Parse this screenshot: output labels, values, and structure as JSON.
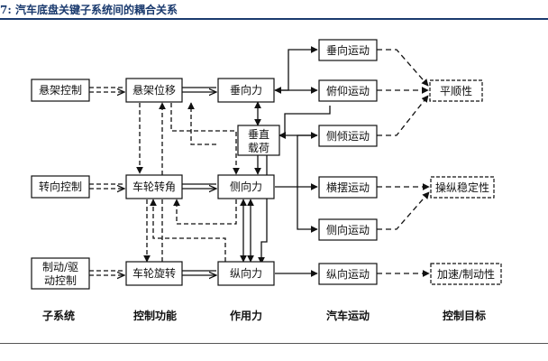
{
  "caption": "7:  汽车底盘关键子系统间的耦合关系",
  "nodes": {
    "suspension_control": "悬架控制",
    "steering_control": "转向控制",
    "brake_drive_control_line1": "制动/驱",
    "brake_drive_control_line2": "动控制",
    "suspension_displacement": "悬架位移",
    "wheel_steer_angle": "车轮转角",
    "wheel_rotation": "车轮旋转",
    "vertical_force": "垂向力",
    "lateral_force": "侧向力",
    "longitudinal_force": "纵向力",
    "vertical_load_line1": "垂直",
    "vertical_load_line2": "载荷",
    "vertical_motion": "垂向运动",
    "pitch_motion": "俯仰运动",
    "roll_motion": "侧倾运动",
    "yaw_motion": "横摆运动",
    "lateral_motion": "侧向运动",
    "longitudinal_motion": "纵向运动",
    "ride_comfort": "平顺性",
    "handling_stability": "操纵稳定性",
    "accel_braking": "加速/制动性"
  },
  "columns": {
    "subsystem": "子系统",
    "control_function": "控制功能",
    "acting_force": "作用力",
    "vehicle_motion": "汽车运动",
    "control_target": "控制目标"
  }
}
